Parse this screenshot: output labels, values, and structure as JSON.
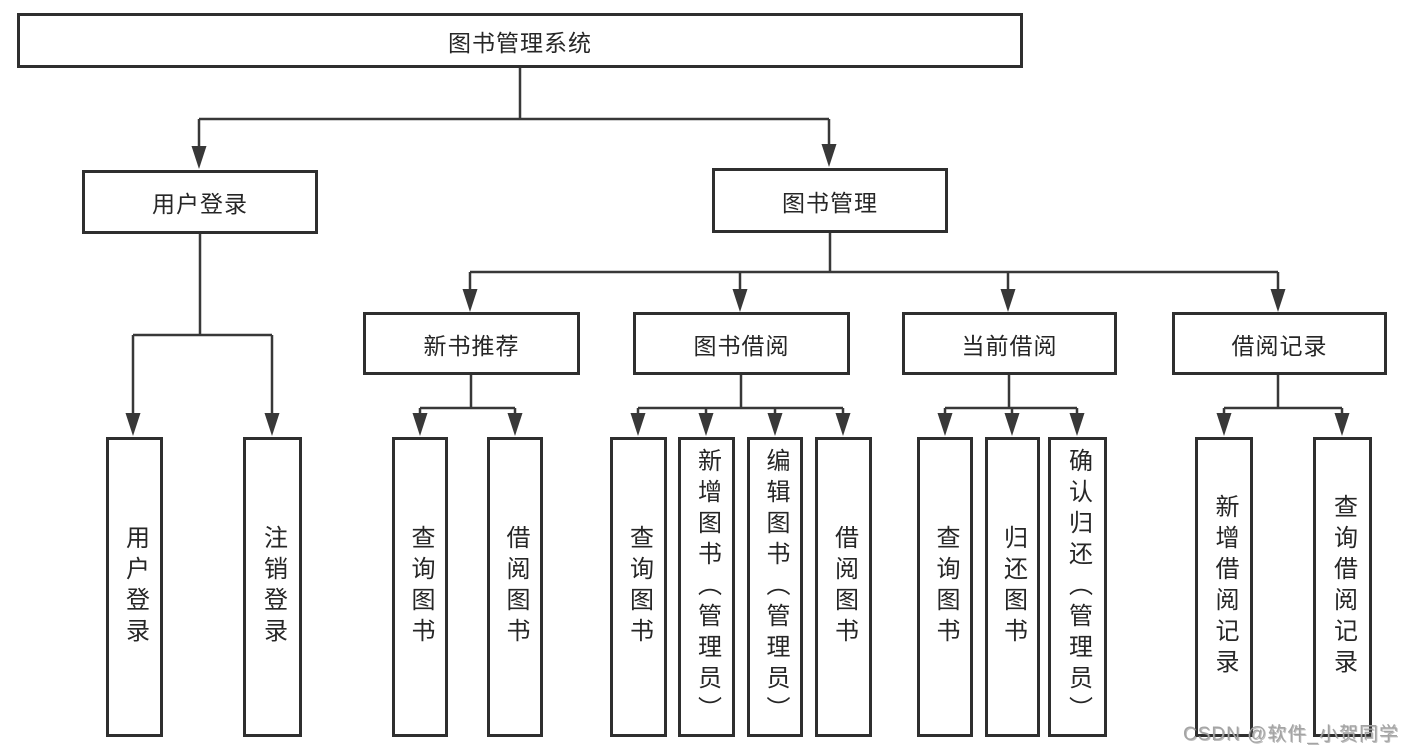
{
  "diagram": {
    "title": "图书管理系统"
  },
  "tree": {
    "label": "图书管理系统",
    "children": [
      {
        "label": "用户登录",
        "children": [
          {
            "label": "用户登录"
          },
          {
            "label": "注销登录"
          }
        ]
      },
      {
        "label": "图书管理",
        "children": [
          {
            "label": "新书推荐",
            "children": [
              {
                "label": "查询图书"
              },
              {
                "label": "借阅图书"
              }
            ]
          },
          {
            "label": "图书借阅",
            "children": [
              {
                "label": "查询图书"
              },
              {
                "label": "新增图书（管理员）"
              },
              {
                "label": "编辑图书（管理员）"
              },
              {
                "label": "借阅图书"
              }
            ]
          },
          {
            "label": "当前借阅",
            "children": [
              {
                "label": "查询图书"
              },
              {
                "label": "归还图书"
              },
              {
                "label": "确认归还（管理员）"
              }
            ]
          },
          {
            "label": "借阅记录",
            "children": [
              {
                "label": "新增借阅记录"
              },
              {
                "label": "查询借阅记录"
              }
            ]
          }
        ]
      }
    ]
  },
  "watermark": {
    "text": "CSDN @软件_小贺同学"
  },
  "colors": {
    "line": "#383838",
    "box_border": "#2f2f2f",
    "text": "#262626",
    "background": "#ffffff",
    "watermark": "#a4a4a4"
  }
}
